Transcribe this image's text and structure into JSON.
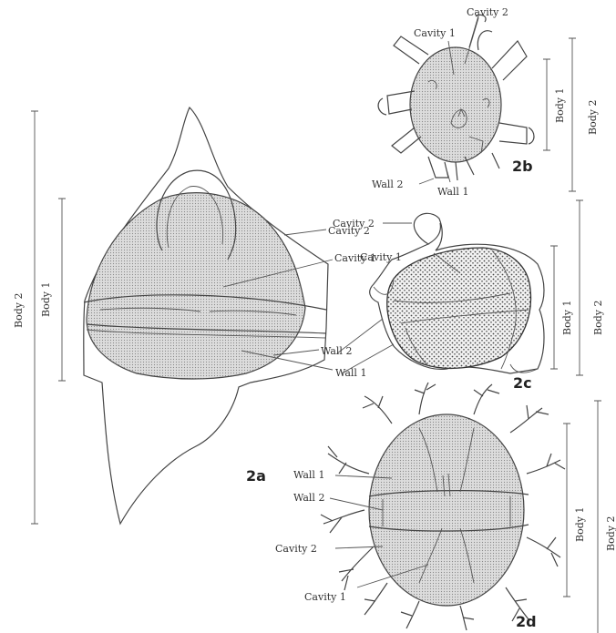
{
  "labels": {
    "cavity1": "Cavity 1",
    "cavity2": "Cavity 2",
    "wall1": "Wall 1",
    "wall2": "Wall 2",
    "body1": "Body 1",
    "body2": "Body 2"
  },
  "figures": {
    "a": "2a",
    "b": "2b",
    "c": "2c",
    "d": "2d"
  },
  "colors": {
    "ink": "#333333",
    "shade": "#c8c8c8",
    "shade_dense": "#b4b4b4"
  }
}
